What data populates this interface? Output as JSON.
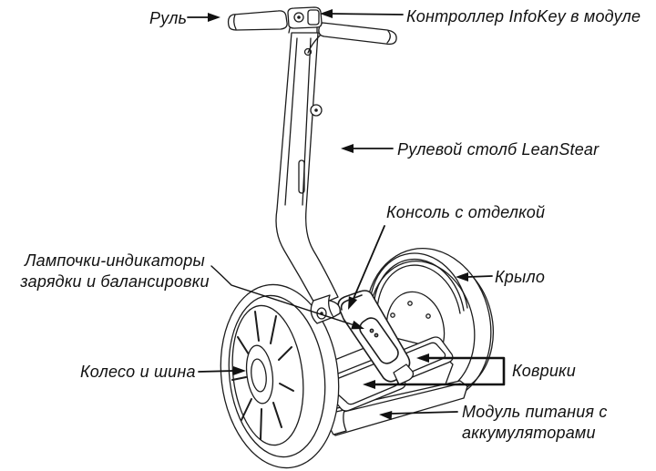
{
  "colors": {
    "background": "#ffffff",
    "line": "#1c1c1c",
    "text": "#111111"
  },
  "labels": {
    "handlebar": "Руль",
    "infokey_controller": "Контроллер InfoKey в модуле",
    "steering_column": "Рулевой столб LeanStear",
    "console": "Консоль с отделкой",
    "fender": "Крыло",
    "indicator_lights_line1": "Лампочки-индикаторы",
    "indicator_lights_line2": "зарядки и балансировки",
    "wheel_tire": "Колесо и шина",
    "mats": "Коврики",
    "power_module_line1": "Модуль питания с",
    "power_module_line2": "аккумуляторами"
  }
}
